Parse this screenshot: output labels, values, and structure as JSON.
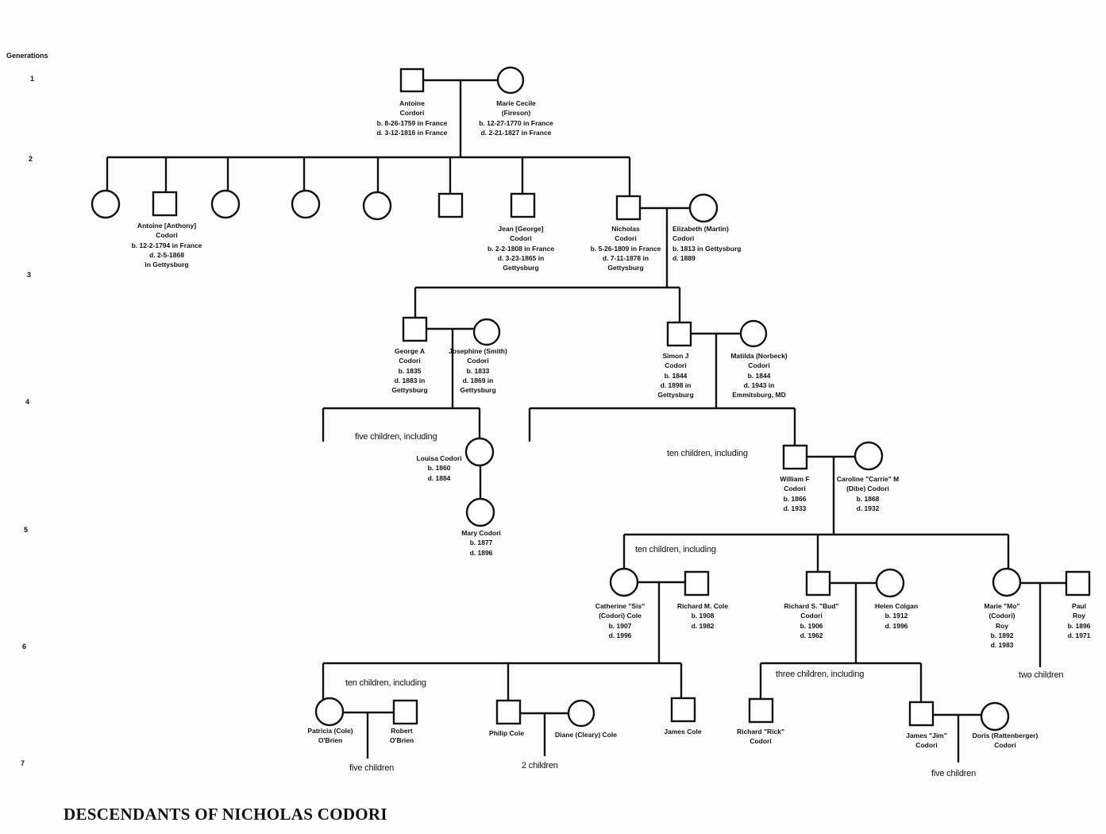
{
  "generations_label": "Generations",
  "generations": [
    "1",
    "2",
    "3",
    "4",
    "5",
    "6",
    "7"
  ],
  "title": "DESCENDANTS OF NICHOLAS CODORI",
  "people": [
    {
      "id": "antoine-cordori",
      "sex": "male",
      "lines": [
        "Antoine",
        "Cordori",
        "b. 8-26-1759 in France",
        "d. 3-12-1816 in France"
      ]
    },
    {
      "id": "marie-cecile",
      "sex": "female",
      "lines": [
        "Marie Cecile",
        "(Fireson)",
        "b. 12-27-1770 in France",
        "d. 2-21-1827 in France"
      ]
    },
    {
      "id": "antoine-anthony",
      "sex": "male",
      "lines": [
        "Antoine [Anthony]",
        "Codori",
        "b. 12-2-1794 in France",
        "d. 2-5-1868",
        "in Gettysburg"
      ]
    },
    {
      "id": "jean-george",
      "sex": "male",
      "lines": [
        "Jean [George]",
        "Codori",
        "b. 2-2-1808 in France",
        "d. 3-23-1865 in",
        "Gettysburg"
      ]
    },
    {
      "id": "nicholas",
      "sex": "male",
      "lines": [
        "Nicholas",
        "Codori",
        "b. 5-26-1809 in France",
        "d. 7-11-1878 in",
        "Gettysburg"
      ]
    },
    {
      "id": "elizabeth",
      "sex": "female",
      "lines": [
        "Elizabeth (Martin)",
        "Codori",
        "b. 1813 in Gettysburg",
        "d. 1889"
      ]
    },
    {
      "id": "george",
      "sex": "male",
      "lines": [
        "George A",
        "Codori",
        "b. 1835",
        "d. 1883 in",
        "Gettysburg"
      ]
    },
    {
      "id": "josephine",
      "sex": "female",
      "lines": [
        "Josephine (Smith)",
        "Codori",
        "b. 1833",
        "d. 1869 in",
        "Gettysburg"
      ]
    },
    {
      "id": "simon",
      "sex": "male",
      "lines": [
        "Simon J",
        "Codori",
        "b. 1844",
        "d. 1898 in",
        "Gettysburg"
      ]
    },
    {
      "id": "matilda",
      "sex": "female",
      "lines": [
        "Matilda (Norbeck)",
        "Codori",
        "b. 1844",
        "d. 1943 in",
        "Emmitsburg, MD"
      ]
    },
    {
      "id": "louisa",
      "sex": "female",
      "lines": [
        "Louisa Codori",
        "b. 1860",
        "d. 1884"
      ]
    },
    {
      "id": "mary",
      "sex": "female",
      "lines": [
        "Mary Codori",
        "b. 1877",
        "d. 1896"
      ]
    },
    {
      "id": "william",
      "sex": "male",
      "lines": [
        "William F",
        "Codori",
        "b. 1866",
        "d. 1933"
      ]
    },
    {
      "id": "caroline",
      "sex": "female",
      "lines": [
        "Caroline \"Carrie\" M",
        "(Dibe) Codori",
        "b. 1868",
        "d. 1932"
      ]
    },
    {
      "id": "catherine",
      "sex": "female",
      "lines": [
        "Catherine \"Sis\"",
        "(Codori) Cole",
        "b. 1907",
        "d. 1996"
      ]
    },
    {
      "id": "richard-cole",
      "sex": "male",
      "lines": [
        "Richard M. Cole",
        "b. 1908",
        "d. 1982"
      ]
    },
    {
      "id": "richard-bud",
      "sex": "male",
      "lines": [
        "Richard S. \"Bud\"",
        "Codori",
        "b. 1906",
        "d. 1962"
      ]
    },
    {
      "id": "helen",
      "sex": "female",
      "lines": [
        "Helen Colgan",
        "b. 1912",
        "d. 1996"
      ]
    },
    {
      "id": "marie-mo",
      "sex": "female",
      "lines": [
        "Marie \"Mo\"",
        "(Codori)",
        "Roy",
        "b. 1892",
        "d. 1983"
      ]
    },
    {
      "id": "paul",
      "sex": "male",
      "lines": [
        "Paul",
        "Roy",
        "b. 1896",
        "d. 1971"
      ]
    },
    {
      "id": "patricia",
      "sex": "female",
      "lines": [
        "Patricia (Cole)",
        "O'Brien"
      ]
    },
    {
      "id": "robert",
      "sex": "male",
      "lines": [
        "Robert",
        "O'Brien"
      ]
    },
    {
      "id": "philip",
      "sex": "male",
      "lines": [
        "Philip Cole"
      ]
    },
    {
      "id": "diane",
      "sex": "female",
      "lines": [
        "Diane (Cleary) Cole"
      ]
    },
    {
      "id": "james-cole",
      "sex": "male",
      "lines": [
        "James Cole"
      ]
    },
    {
      "id": "richard-rick",
      "sex": "male",
      "lines": [
        "Richard \"Rick\"",
        "Codori"
      ]
    },
    {
      "id": "james-jim",
      "sex": "male",
      "lines": [
        "James \"Jim\"",
        "Codori"
      ]
    },
    {
      "id": "doris",
      "sex": "female",
      "lines": [
        "Doris (Rattenberger)",
        "Codori"
      ]
    }
  ],
  "notes": [
    "five children, including",
    "ten children, including",
    "ten children, including",
    "ten children, including",
    "three children, including",
    "two children",
    "five children",
    "2 children",
    "five children"
  ]
}
